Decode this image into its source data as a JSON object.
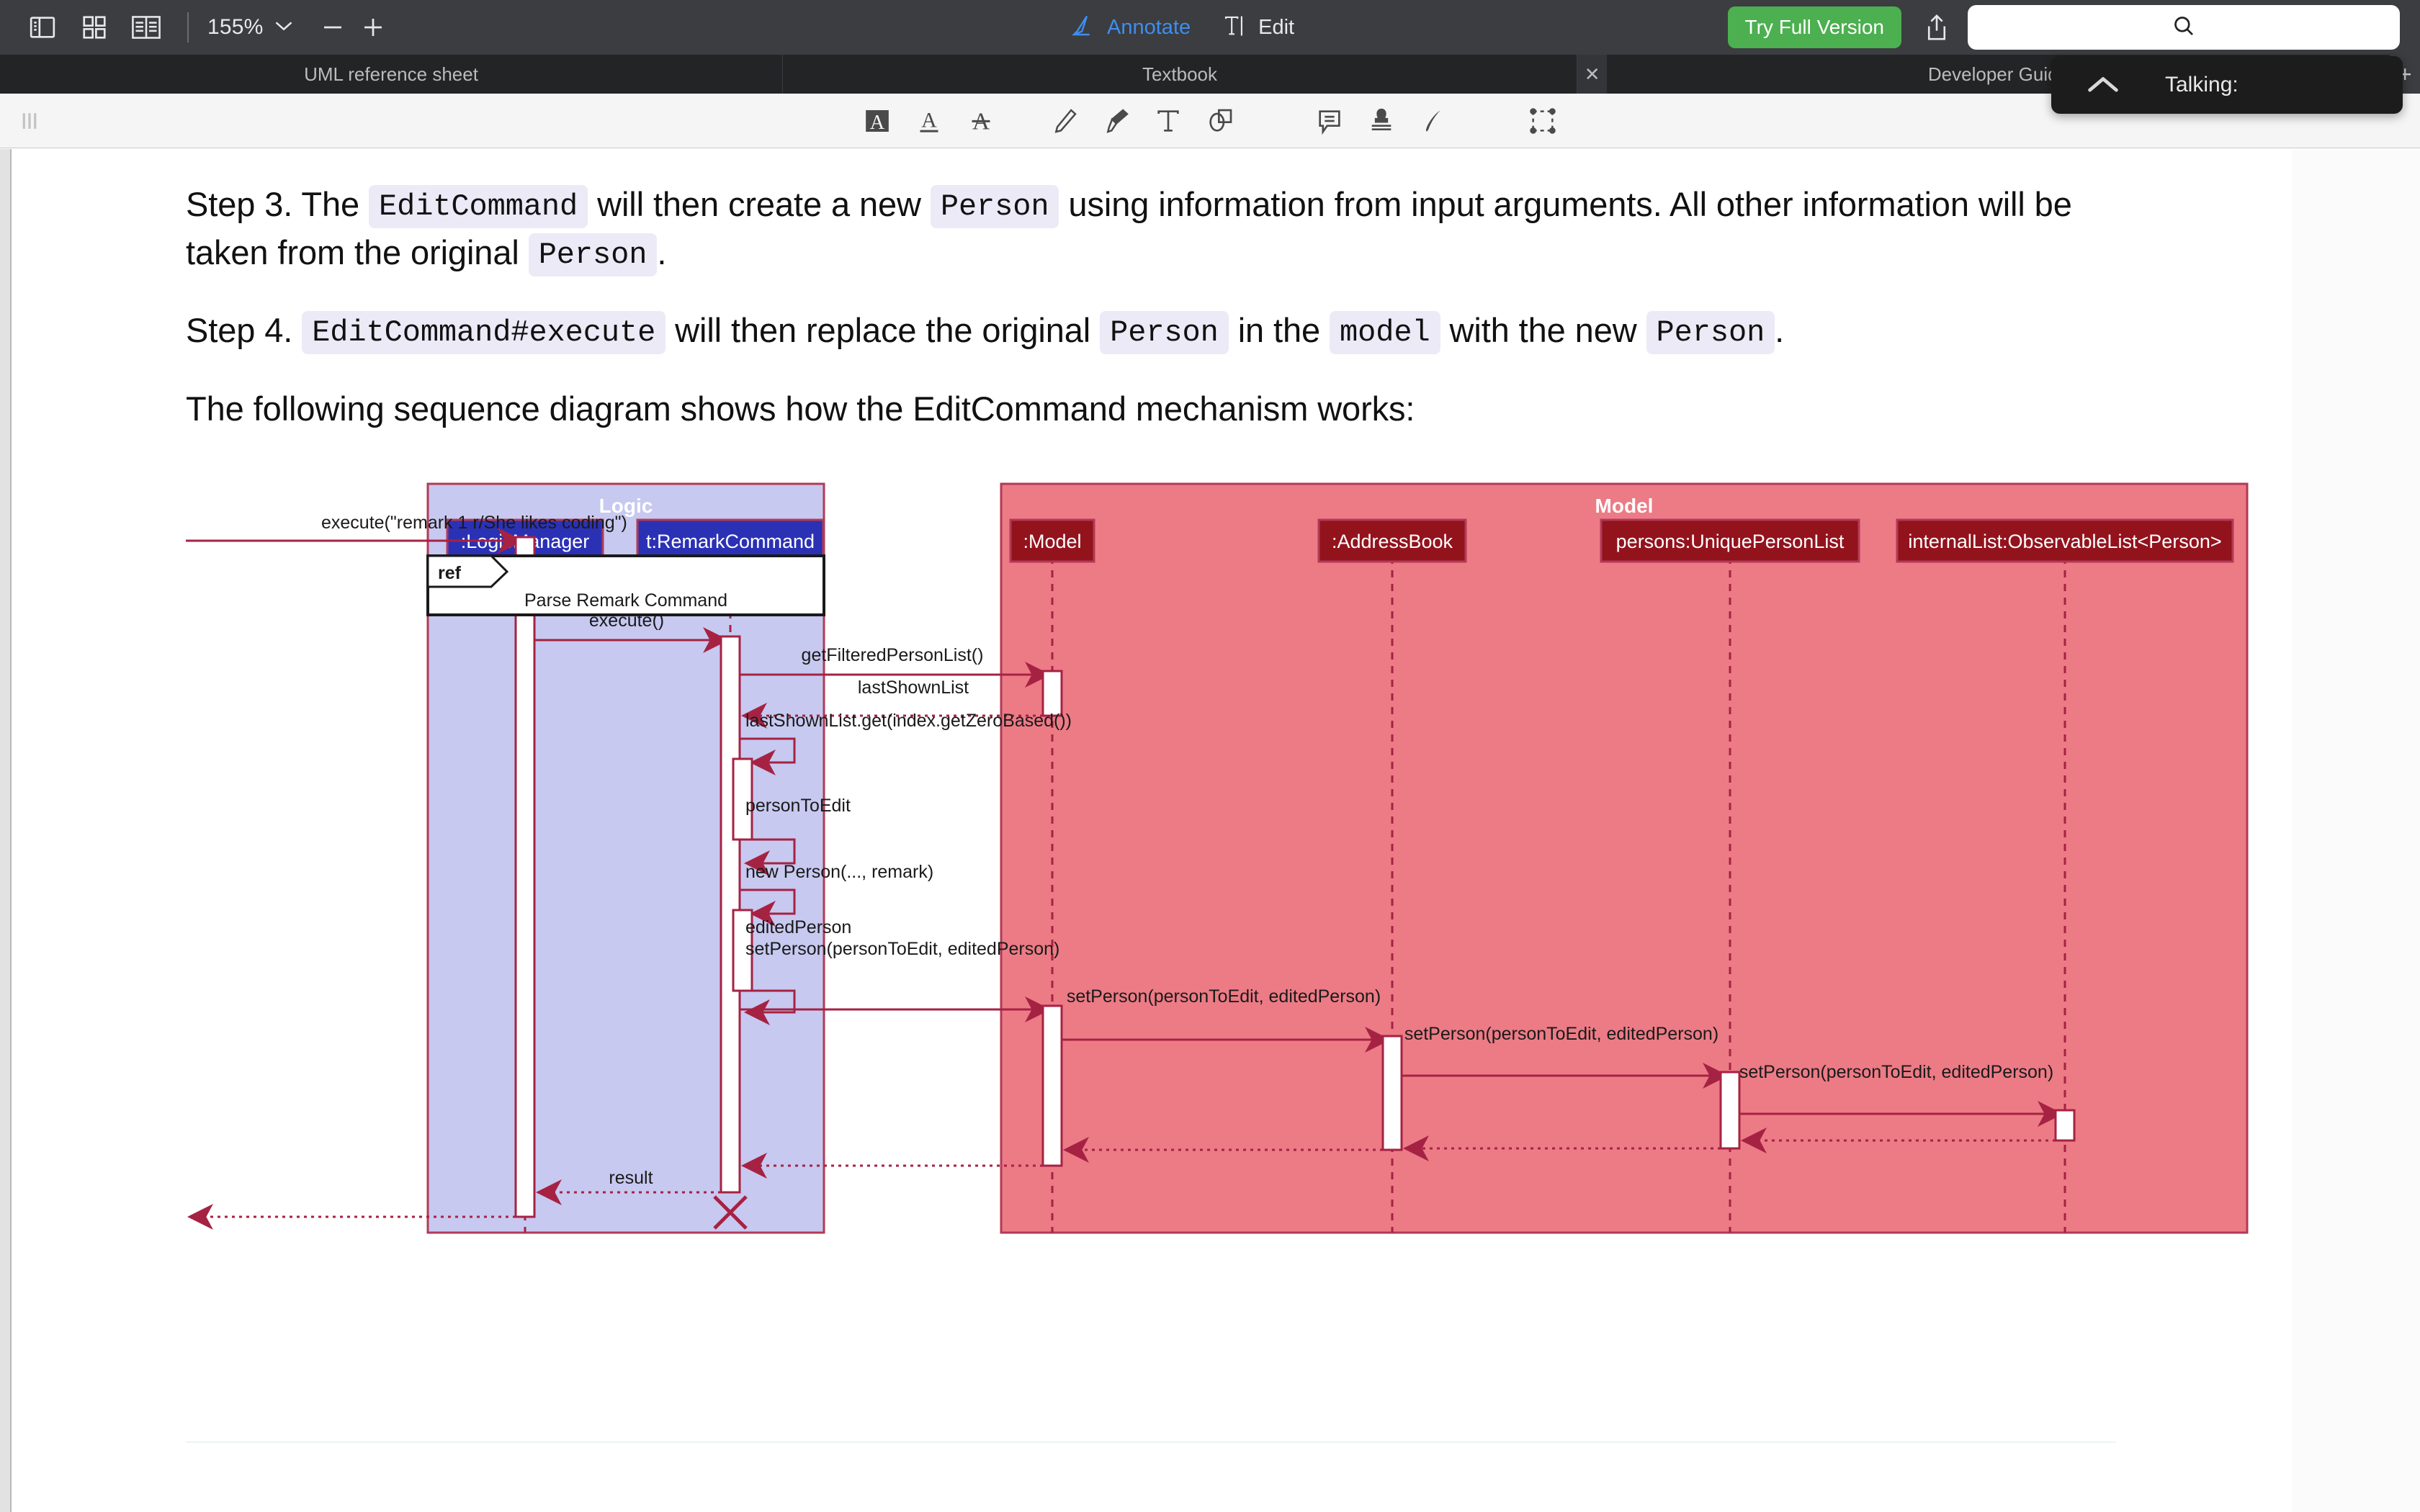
{
  "toolbar": {
    "view_icons": [
      {
        "name": "sidebar-view-icon",
        "label": "Sidebar view"
      },
      {
        "name": "grid-view-icon",
        "label": "Grid view"
      },
      {
        "name": "two-page-view-icon",
        "label": "Two page view"
      }
    ],
    "zoom_level": "155%",
    "zoom_out_label": "−",
    "zoom_in_label": "+",
    "annotate_label": "Annotate",
    "edit_label": "Edit",
    "try_full_version_label": "Try Full Version",
    "share_icon": "share-icon",
    "search_placeholder": "",
    "search_value": "",
    "search_icon": "search-icon",
    "accent_blue": "#3d8ef0",
    "green": "#4caf50",
    "bar_bg": "#3b3d40"
  },
  "tabs": [
    {
      "label": "UML reference sheet",
      "closable": false,
      "active": false
    },
    {
      "label": "Textbook",
      "closable": true,
      "active": false
    },
    {
      "label": "Developer Guide",
      "closable": true,
      "active": true
    }
  ],
  "tab_close_label": "✕",
  "tab_add_label": "+",
  "talking_panel": {
    "collapse_icon": "chevron-up-icon",
    "label": "Talking:"
  },
  "annotation_tools": [
    {
      "name": "highlight-text-icon",
      "label": "Highlight"
    },
    {
      "name": "underline-text-icon",
      "label": "Underline"
    },
    {
      "name": "strikethrough-text-icon",
      "label": "Strikethrough"
    },
    {
      "name": "pencil-icon",
      "label": "Pencil"
    },
    {
      "name": "highlighter-pen-icon",
      "label": "Highlighter pen"
    },
    {
      "name": "text-box-icon",
      "label": "Text"
    },
    {
      "name": "shapes-icon",
      "label": "Shapes"
    },
    {
      "name": "note-comment-icon",
      "label": "Note"
    },
    {
      "name": "stamp-icon",
      "label": "Stamp"
    },
    {
      "name": "signature-icon",
      "label": "Signature"
    },
    {
      "name": "select-area-icon",
      "label": "Select area"
    }
  ],
  "document": {
    "paragraphs": [
      {
        "id": "step3",
        "parts": [
          {
            "t": "text",
            "v": "Step 3. The "
          },
          {
            "t": "code",
            "v": "EditCommand"
          },
          {
            "t": "text",
            "v": " will then create a new "
          },
          {
            "t": "code",
            "v": "Person"
          },
          {
            "t": "text",
            "v": " using information from input arguments. All other information will be taken from the original "
          },
          {
            "t": "code",
            "v": "Person"
          },
          {
            "t": "text",
            "v": "."
          }
        ]
      },
      {
        "id": "step4",
        "parts": [
          {
            "t": "text",
            "v": "Step 4. "
          },
          {
            "t": "code",
            "v": "EditCommand#execute"
          },
          {
            "t": "text",
            "v": " will then replace the original "
          },
          {
            "t": "code",
            "v": "Person"
          },
          {
            "t": "text",
            "v": " in the "
          },
          {
            "t": "code",
            "v": "model"
          },
          {
            "t": "text",
            "v": " with the new "
          },
          {
            "t": "code",
            "v": "Person"
          },
          {
            "t": "text",
            "v": "."
          }
        ]
      },
      {
        "id": "intro",
        "parts": [
          {
            "t": "text",
            "v": "The following sequence diagram shows how the EditCommand mechanism works:"
          }
        ]
      }
    ]
  },
  "sequence_diagram": {
    "colors": {
      "logic_fill": "#c7c9f0",
      "logic_border": "#b23a56",
      "logic_participant_fill": "#2b31b5",
      "model_fill": "#ec7b85",
      "model_border": "#b23a56",
      "model_participant_fill": "#93131d",
      "line": "#a62243",
      "participant_text": "#ffffff",
      "message_text": "#1a1a1a"
    },
    "groups": [
      {
        "name": "Logic",
        "label": "Logic"
      },
      {
        "name": "Model",
        "label": "Model"
      }
    ],
    "participants": [
      {
        "group": "Logic",
        "label": ":LogicManager"
      },
      {
        "group": "Logic",
        "label": "t:RemarkCommand"
      },
      {
        "group": "Model",
        "label": ":Model"
      },
      {
        "group": "Model",
        "label": ":AddressBook"
      },
      {
        "group": "Model",
        "label": "persons:UniquePersonList"
      },
      {
        "group": "Model",
        "label": "internalList:ObservableList<Person>"
      }
    ],
    "fragment": {
      "operator": "ref",
      "label": "Parse Remark Command"
    },
    "messages": [
      {
        "label": "execute(\"remark 1 r/She likes coding\")",
        "kind": "call"
      },
      {
        "label": "execute()",
        "kind": "call"
      },
      {
        "label": "getFilteredPersonList()",
        "kind": "call"
      },
      {
        "label": "lastShownList",
        "kind": "return"
      },
      {
        "label": "lastShownList.get(index.getZeroBased())",
        "kind": "self"
      },
      {
        "label": "personToEdit",
        "kind": "self-return"
      },
      {
        "label": "new Person(..., remark)",
        "kind": "self"
      },
      {
        "label": "editedPerson",
        "kind": "self-return"
      },
      {
        "label": "setPerson(personToEdit, editedPerson)",
        "kind": "call"
      },
      {
        "label": "setPerson(personToEdit, editedPerson)",
        "kind": "call"
      },
      {
        "label": "setPerson(personToEdit, editedPerson)",
        "kind": "call"
      },
      {
        "label": "setPerson(personToEdit, editedPerson)",
        "kind": "call"
      },
      {
        "label": "result",
        "kind": "return"
      }
    ]
  }
}
